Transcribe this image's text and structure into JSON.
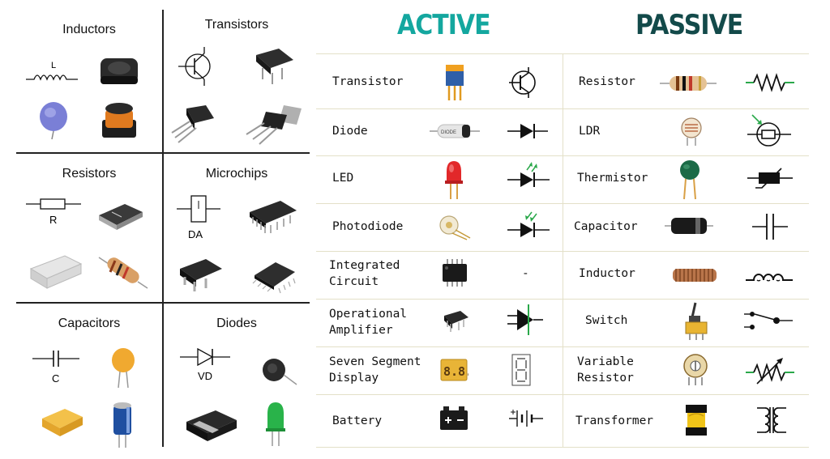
{
  "left_grid": {
    "cells": [
      {
        "title": "Inductors",
        "symbol_label": "L"
      },
      {
        "title": "Transistors",
        "symbol_label": ""
      },
      {
        "title": "Resistors",
        "symbol_label": "R"
      },
      {
        "title": "Microchips",
        "symbol_label": "DA"
      },
      {
        "title": "Capacitors",
        "symbol_label": "C"
      },
      {
        "title": "Diodes",
        "symbol_label": "VD"
      }
    ]
  },
  "headers": {
    "active": "ACTIVE",
    "passive": "PASSIVE"
  },
  "active": [
    {
      "label": "Transistor"
    },
    {
      "label": "Diode",
      "part_text": "DIODE"
    },
    {
      "label": "LED"
    },
    {
      "label": "Photodiode"
    },
    {
      "label": "Integrated\nCircuit",
      "symbol_text": "-"
    },
    {
      "label": "Operational\nAmplifier"
    },
    {
      "label": "Seven Segment\nDisplay",
      "part_text": "8.8."
    },
    {
      "label": "Battery"
    }
  ],
  "passive": [
    {
      "label": "Resistor"
    },
    {
      "label": "LDR"
    },
    {
      "label": "Thermistor"
    },
    {
      "label": "Capacitor"
    },
    {
      "label": "Inductor"
    },
    {
      "label": "Switch"
    },
    {
      "label": "Variable\nResistor"
    },
    {
      "label": "Transformer"
    }
  ]
}
